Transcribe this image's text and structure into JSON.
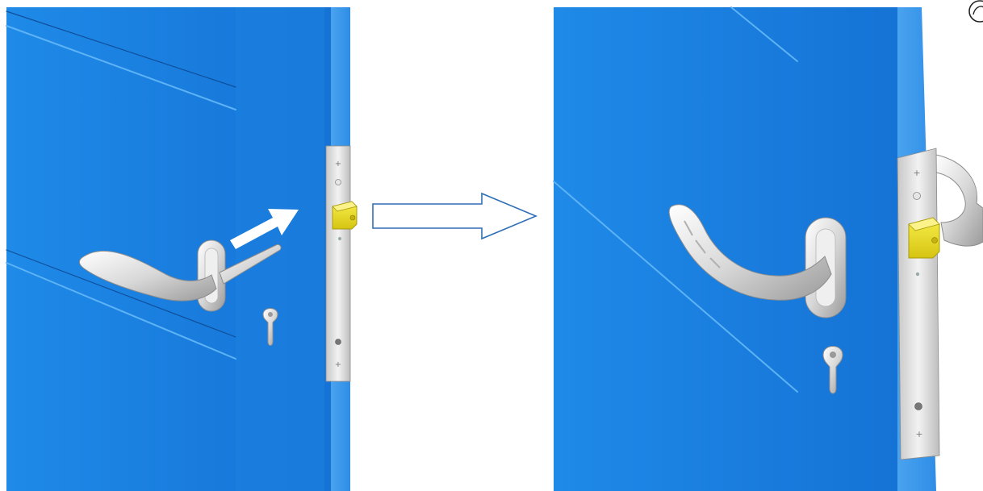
{
  "figure": {
    "panels": [
      {
        "id": "before",
        "door_color": "#1a86e6",
        "latch_color": "#f0e020"
      },
      {
        "id": "after",
        "door_color": "#1a86e6",
        "latch_color": "#f0e020"
      }
    ],
    "transition_arrow": {
      "icon": "outline-right-arrow",
      "stroke": "#2f6fb5"
    },
    "motion_arrow": {
      "icon": "push-direction-arrow",
      "color": "#ffffff"
    },
    "corner_icon": "partial-circle-icon"
  }
}
